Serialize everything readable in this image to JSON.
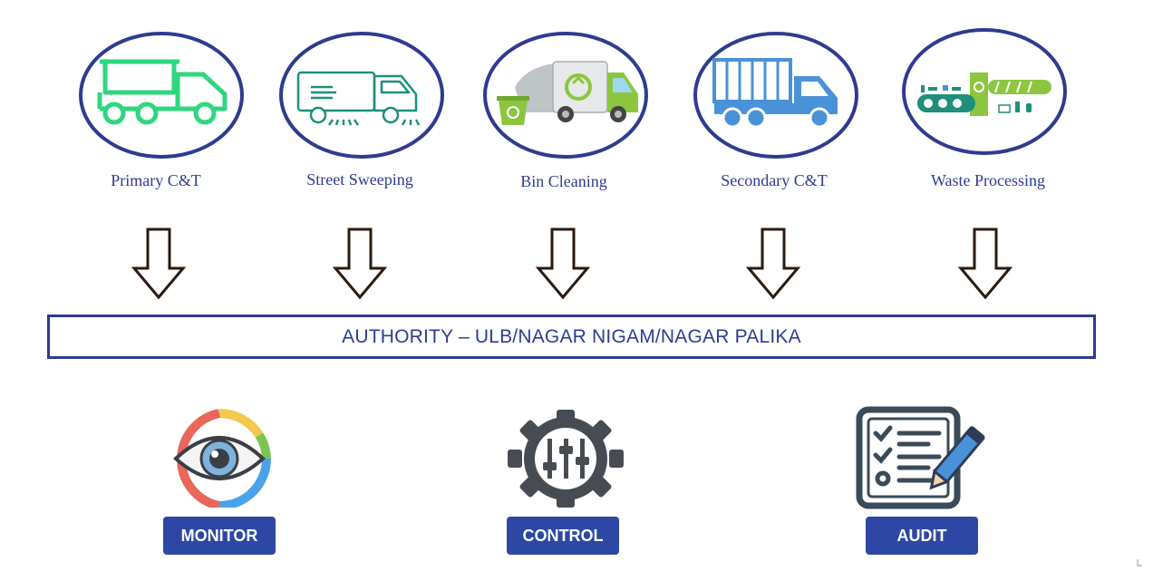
{
  "colors": {
    "accent": "#2e3b8f",
    "pill": "#2e47a4",
    "arrow": "#2b1a10",
    "icon_green": "#2fd67f",
    "icon_teal": "#1f8f7c",
    "icon_blue": "#4a92d8",
    "icon_lime": "#8cc63f"
  },
  "stages": [
    {
      "label": "Primary C&T",
      "icon": "truck-icon"
    },
    {
      "label": "Street Sweeping",
      "icon": "street-sweeper-icon"
    },
    {
      "label": "Bin Cleaning",
      "icon": "garbage-truck-icon"
    },
    {
      "label": "Secondary C&T",
      "icon": "container-truck-icon"
    },
    {
      "label": "Waste Processing",
      "icon": "processing-plant-icon"
    }
  ],
  "authority": "AUTHORITY – ULB/NAGAR NIGAM/NAGAR PALIKA",
  "functions": [
    {
      "label": "MONITOR",
      "icon": "eye-icon"
    },
    {
      "label": "CONTROL",
      "icon": "gear-sliders-icon"
    },
    {
      "label": "AUDIT",
      "icon": "checklist-pen-icon"
    }
  ]
}
